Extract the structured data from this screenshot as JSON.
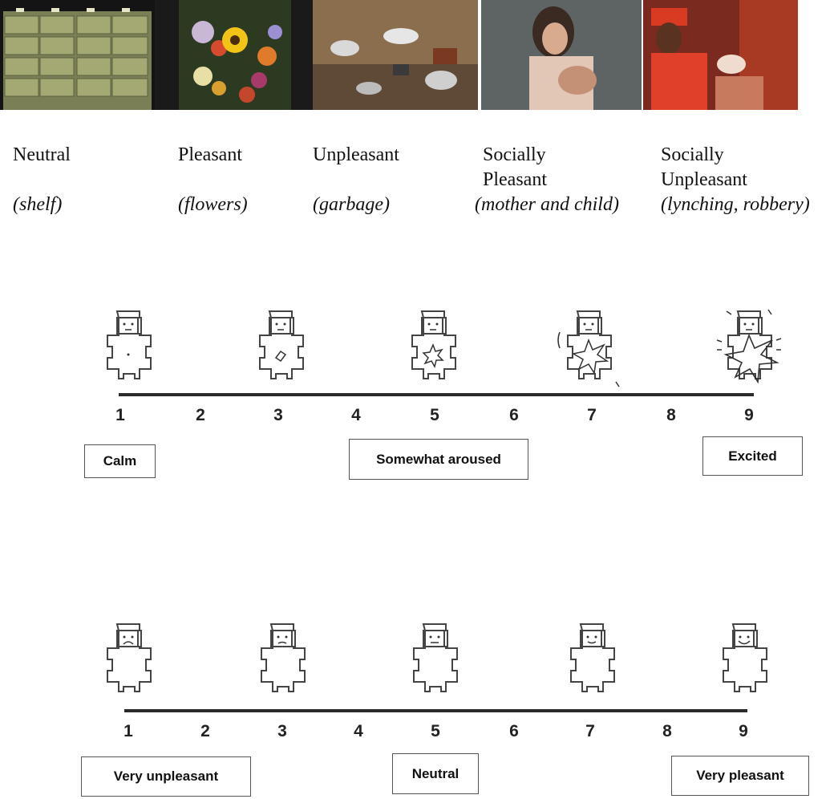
{
  "photos": [
    {
      "name": "shelf-photo"
    },
    {
      "name": "flowers-photo"
    },
    {
      "name": "garbage-photo"
    },
    {
      "name": "mother-child-photo"
    },
    {
      "name": "robbery-photo"
    }
  ],
  "categories": [
    {
      "name": "Neutral",
      "example": "(shelf)"
    },
    {
      "name": "Pleasant",
      "example": "(flowers)"
    },
    {
      "name": "Unpleasant",
      "example": "(garbage)"
    },
    {
      "name": "Socially\nPleasant",
      "example": "(mother and child)"
    },
    {
      "name": "Socially\nUnpleasant",
      "example": "(lynching, robbery)"
    }
  ],
  "arousal_scale": {
    "numbers": [
      "1",
      "2",
      "3",
      "4",
      "5",
      "6",
      "7",
      "8",
      "9"
    ],
    "anchors": {
      "low": "Calm",
      "mid": "Somewhat aroused",
      "high": "Excited"
    }
  },
  "valence_scale": {
    "numbers": [
      "1",
      "2",
      "3",
      "4",
      "5",
      "6",
      "7",
      "8",
      "9"
    ],
    "anchors": {
      "low": "Very unpleasant",
      "mid": "Neutral",
      "high": "Very pleasant"
    }
  }
}
